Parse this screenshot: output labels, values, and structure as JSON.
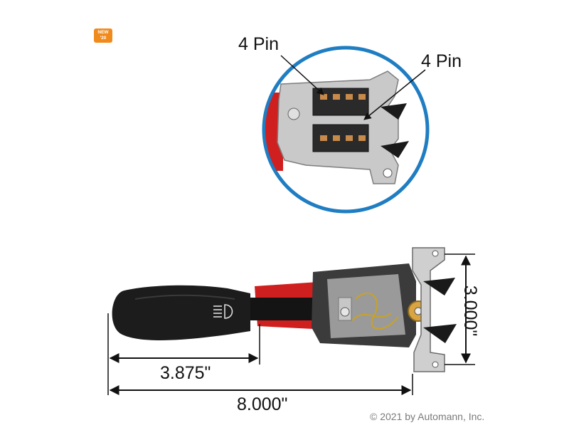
{
  "badge": {
    "line1": "NEW",
    "line2": "'20"
  },
  "callouts": {
    "top_left": "4 Pin",
    "top_right": "4 Pin"
  },
  "dimensions": {
    "short_length": "3.875\"",
    "total_length": "8.000\"",
    "height": "3.000\""
  },
  "copyright": "© 2021 by Automann, Inc.",
  "colors": {
    "circle": "#1f7dc2",
    "badge": "#f08a1c",
    "handle": "#1c1c1c",
    "red_part": "#d01f1f"
  },
  "icons": {
    "handle_symbol": "headlight-icon"
  }
}
